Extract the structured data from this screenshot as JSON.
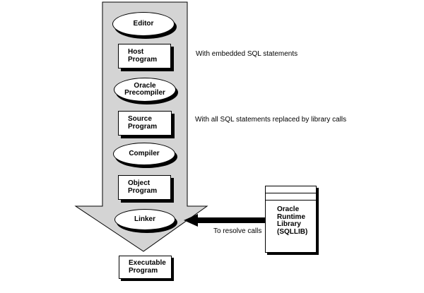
{
  "nodes": {
    "editor": "Editor",
    "host_program": "Host\nProgram",
    "oracle_precompiler": "Oracle\nPrecompiler",
    "source_program": "Source\nProgram",
    "compiler": "Compiler",
    "object_program": "Object\nProgram",
    "linker": "Linker",
    "executable_program": "Executable\nProgram"
  },
  "annotations": {
    "embedded_sql": "With embedded SQL statements",
    "replaced_sql": "With all SQL statements replaced by library calls",
    "resolve_calls": "To resolve calls"
  },
  "library": {
    "label": "Oracle\nRuntime\nLibrary\n(SQLLIB)"
  },
  "icons": {
    "flow_arrow": "big-gray-down-arrow",
    "resolve_arrow": "black-left-arrow"
  },
  "colors": {
    "arrow_fill": "#d4d4d4",
    "shape_fill": "#ffffff",
    "line": "#000000",
    "background": "#ffffff"
  }
}
